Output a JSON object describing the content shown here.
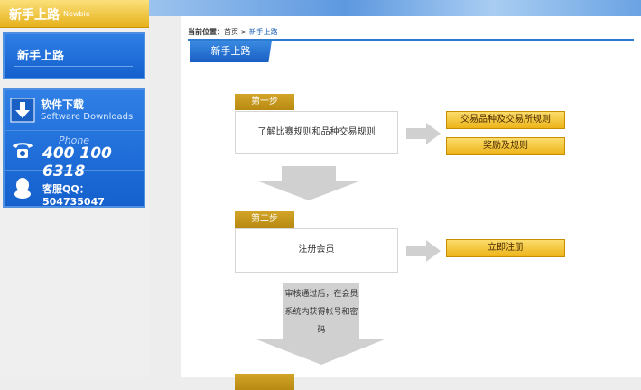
{
  "sidebar": {
    "title_cn": "新手上路",
    "title_en": "Newbie",
    "newbie_label": "新手上路",
    "download": {
      "cn": "软件下载",
      "en": "Software Downloads"
    },
    "phone": {
      "label": "Phone",
      "number": "400 100 6318"
    },
    "qq": {
      "text": "客服QQ：504735047"
    }
  },
  "breadcrumb": {
    "prefix": "当前位置：",
    "home": "首页",
    "sep": " > ",
    "current": "新手上路"
  },
  "tab": {
    "label": "新手上路"
  },
  "steps": [
    {
      "label": "第一步",
      "text": "了解比赛规则和品种交易规则",
      "buttons": [
        "交易品种及交易所规则",
        "奖励及规则"
      ]
    },
    {
      "label": "第二步",
      "text": "注册会员",
      "buttons": [
        "立即注册"
      ]
    }
  ],
  "note": "审核通过后，在会员系统内获得帐号和密码",
  "colors": {
    "accent_blue": "#1a5fc4",
    "gold": "#edb419"
  }
}
